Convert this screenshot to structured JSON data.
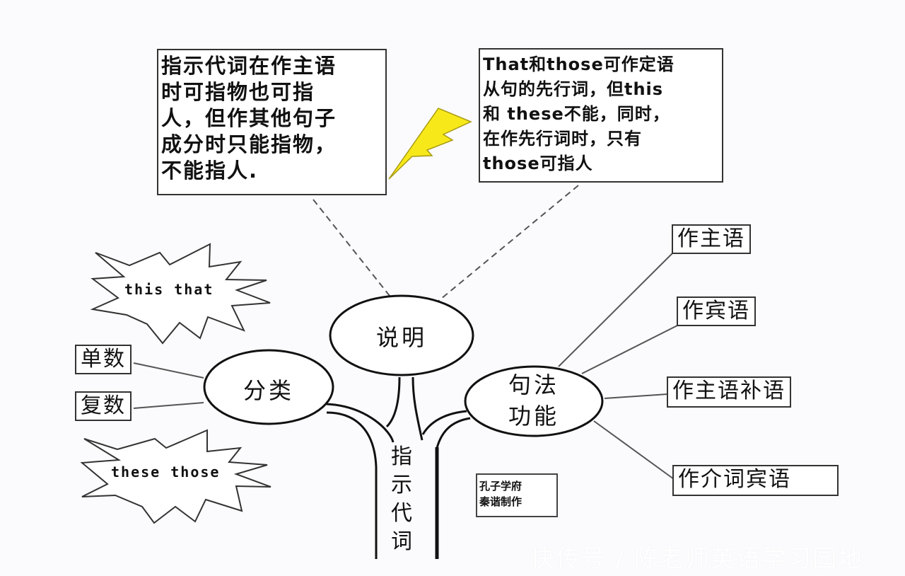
{
  "diagram": {
    "title": "指示代词",
    "root": {
      "label_chars": [
        "指",
        "示",
        "代",
        "词"
      ]
    },
    "notes": {
      "left": {
        "lines": [
          "指示代词在作主语",
          "时可指物也可指",
          "人，但作其他句子",
          "成分时只能指物，",
          "不能指人."
        ]
      },
      "right": {
        "lines": [
          "That和those可作定语",
          "从句的先行词，但this",
          "和 these不能，同时，",
          "在作先行词时，只有",
          "those可指人"
        ]
      }
    },
    "nodes": {
      "explain": {
        "label": "说明"
      },
      "classify": {
        "label": "分类"
      },
      "function": {
        "label_line1": "句法",
        "label_line2": "功能"
      }
    },
    "classify_leaves": [
      {
        "label": "单数"
      },
      {
        "label": "复数"
      }
    ],
    "bursts": [
      {
        "label": "this that"
      },
      {
        "label": "these those"
      }
    ],
    "function_leaves": [
      {
        "label": "作主语"
      },
      {
        "label": "作宾语"
      },
      {
        "label": "作主语补语"
      },
      {
        "label": "作介词宾语"
      }
    ],
    "credit": {
      "line1": "孔子学府",
      "line2": "秦谐制作"
    },
    "watermark": "快传号 / 陈老师英语学习园地",
    "colors": {
      "background": "#fbfafc",
      "stroke": "#111111",
      "dashed": "#555555",
      "lightning_fill": "#f7e81a",
      "lightning_stroke": "#a89a10"
    }
  }
}
